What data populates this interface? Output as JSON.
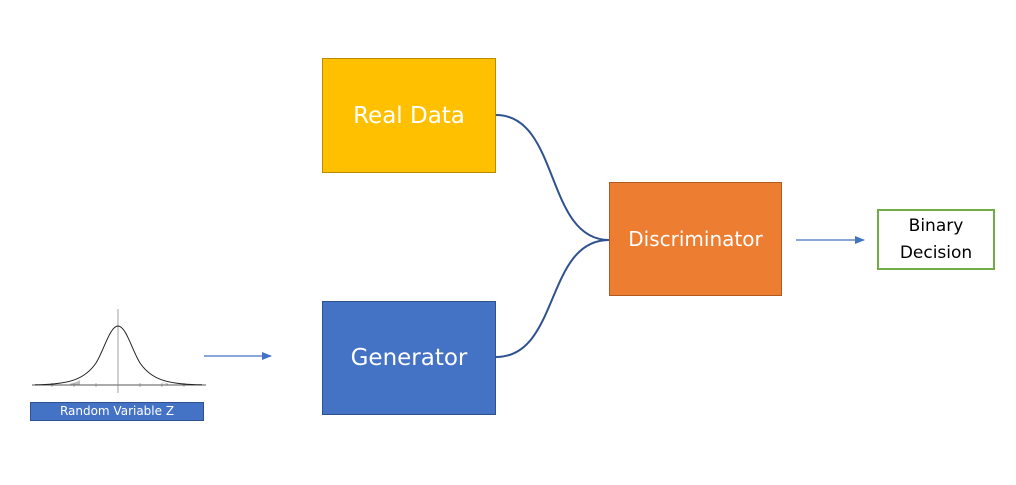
{
  "nodes": {
    "real_data": "Real Data",
    "generator": "Generator",
    "discriminator": "Discriminator",
    "binary_decision": "Binary\nDecision"
  },
  "random_variable": {
    "label": "Random Variable Z"
  },
  "colors": {
    "real_data_fill": "#ffc000",
    "generator_fill": "#4472c4",
    "discriminator_fill": "#ed7d31",
    "binary_decision_border": "#70ad47",
    "connector": "#2f528f",
    "arrow": "#4472c4"
  }
}
